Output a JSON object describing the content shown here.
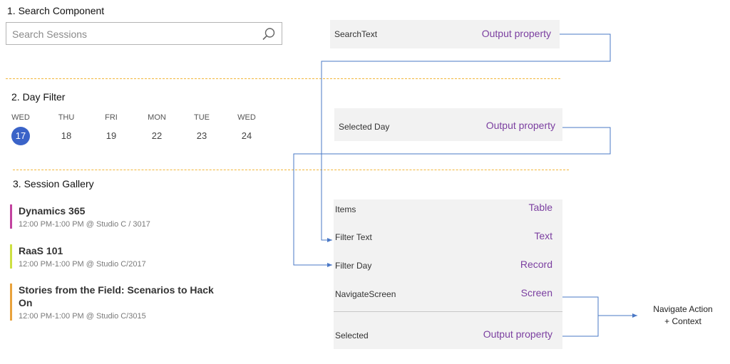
{
  "sections": {
    "search": "1.  Search Component",
    "day_filter": "2.  Day Filter",
    "gallery": "3.  Session Gallery"
  },
  "search": {
    "placeholder": "Search Sessions",
    "icon": "search-icon"
  },
  "days": [
    {
      "name": "WED",
      "num": "17",
      "selected": true
    },
    {
      "name": "THU",
      "num": "18",
      "selected": false
    },
    {
      "name": "FRI",
      "num": "19",
      "selected": false
    },
    {
      "name": "MON",
      "num": "22",
      "selected": false
    },
    {
      "name": "TUE",
      "num": "23",
      "selected": false
    },
    {
      "name": "WED",
      "num": "24",
      "selected": false
    }
  ],
  "sessions": [
    {
      "title": "Dynamics 365",
      "meta": "12:00 PM-1:00 PM @ Studio C / 3017",
      "color": "#c2439f"
    },
    {
      "title": "RaaS 101",
      "meta": "12:00 PM-1:00 PM @ Studio C/2017",
      "color": "#cde043"
    },
    {
      "title": "Stories from the Field: Scenarios to Hack On",
      "meta": "12:00 PM-1:00 PM @ Studio C/3015",
      "color": "#e8a23c"
    }
  ],
  "props": {
    "search_text": {
      "label": "SearchText",
      "type": "Output property"
    },
    "selected_day": {
      "label": "Selected Day",
      "type": "Output property"
    },
    "gallery": [
      {
        "label": "Items",
        "type": "Table"
      },
      {
        "label": "Filter Text",
        "type": "Text"
      },
      {
        "label": "Filter Day",
        "type": "Record"
      },
      {
        "label": "NavigateScreen",
        "type": "Screen"
      },
      {
        "label": "Selected",
        "type": "Output property"
      }
    ]
  },
  "navigate": {
    "line1": "Navigate Action",
    "line2": "+ Context"
  },
  "colors": {
    "selected_day": "#3a63c8",
    "connector": "#4a78c6",
    "divider": "#f3b63a",
    "type_text": "#7b3fa0"
  }
}
